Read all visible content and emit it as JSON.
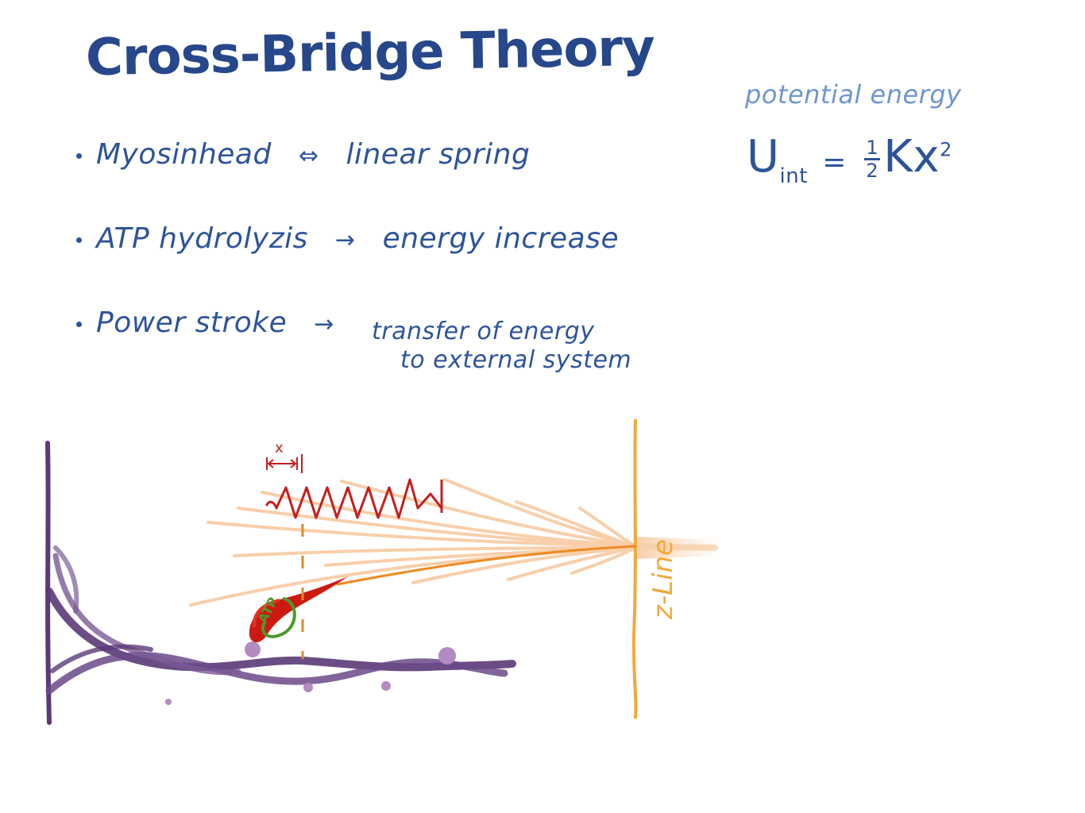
{
  "title": "Cross-Bridge Theory",
  "bullets": [
    {
      "left": "Myosinhead",
      "arrow": "⇔",
      "right": "linear spring"
    },
    {
      "left": "ATP hydrolyzis",
      "arrow": "→",
      "right": "energy increase"
    },
    {
      "left": "Power stroke",
      "arrow": "→",
      "right": "transfer of energy"
    }
  ],
  "bullet3_continuation": "to external system",
  "potential_energy": {
    "label": "potential energy",
    "symbol": "U",
    "subscript": "int",
    "equals": "=",
    "frac_num": "1",
    "frac_den": "2",
    "term": "Kx",
    "exponent": "2"
  },
  "diagram": {
    "x_label": "x",
    "atp_label": "ATP",
    "zline_label": "z-Line",
    "colors": {
      "actin": "#5b3a78",
      "actin_bead": "#b48ac2",
      "myosin_filament": "#f8cfaa",
      "myosin_tail": "#ee8a22",
      "myosin_head": "#cc1a12",
      "spring": "#c61d1d",
      "atp": "#4b9a2c",
      "zline": "#f2a93a"
    }
  }
}
